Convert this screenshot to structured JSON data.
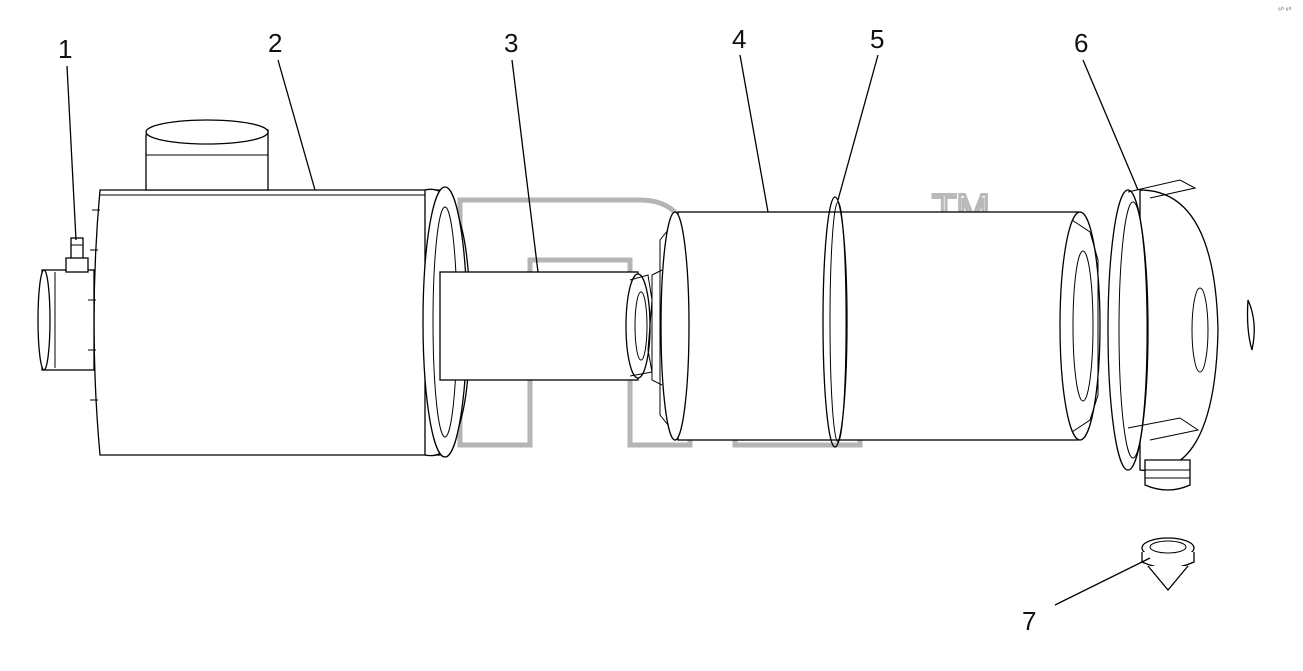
{
  "diagram": {
    "watermark_mark": "TM",
    "sheet_mark": "⁶⁰ ⁶⁰",
    "callouts": [
      {
        "number": "1",
        "target": "valve"
      },
      {
        "number": "2",
        "target": "housing"
      },
      {
        "number": "3",
        "target": "inner-filter-element"
      },
      {
        "number": "4",
        "target": "main-filter-element"
      },
      {
        "number": "5",
        "target": "ring-seal"
      },
      {
        "number": "6",
        "target": "end-cover"
      },
      {
        "number": "7",
        "target": "dust-valve-cone"
      }
    ]
  }
}
